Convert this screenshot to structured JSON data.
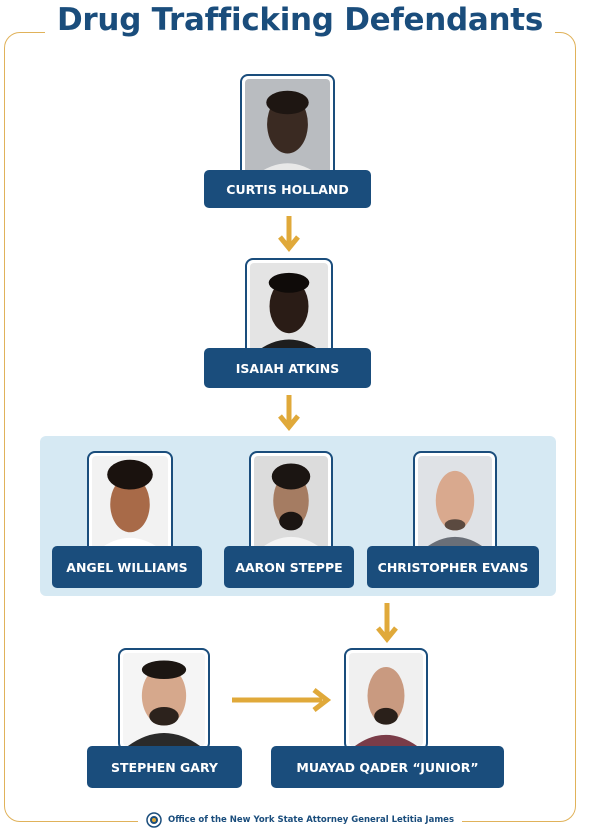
{
  "title": "Drug Trafficking Defendants",
  "colors": {
    "navy": "#1a4d7c",
    "gold": "#e0a93a",
    "band": "#d6e9f3"
  },
  "defendants": {
    "curtis": "CURTIS HOLLAND",
    "isaiah": "ISAIAH ATKINS",
    "angel": "ANGEL WILLIAMS",
    "aaron": "AARON STEPPE",
    "christopher": "CHRISTOPHER EVANS",
    "stephen": "STEPHEN GARY",
    "muayad": "MUAYAD QADER “JUNIOR”"
  },
  "footer": {
    "text": "Office of the New York State Attorney General Letitia James",
    "seal_icon": "ny-state-seal-icon"
  }
}
